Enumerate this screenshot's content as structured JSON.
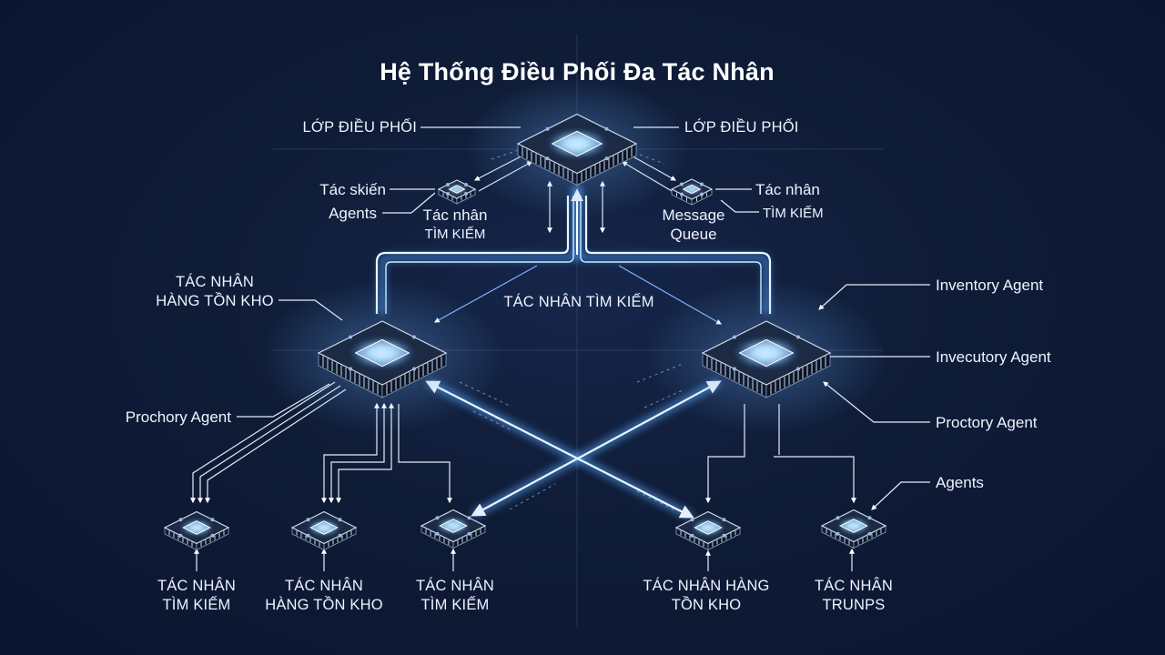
{
  "title": "Hệ Thống Điều Phối Đa Tác Nhân",
  "labels": {
    "orch_left": "LỚP ĐIỀU PHỐI",
    "orch_right": "LỚP ĐIỀU PHỐI",
    "tac_skien": "Tác skiến",
    "agents_left": "Agents",
    "small_left_1": "Tác nhân",
    "small_left_2": "TÌM KIẾM",
    "tac_nhan_right": "Tác nhân",
    "tim_kiem_right": "TÌM KIẾM",
    "mq_1": "Message",
    "mq_2": "Queue",
    "hub_left_1": "TÁC NHÂN",
    "hub_left_2": "HÀNG TỒN KHO",
    "center": "TÁC NHÂN TÌM KIẾM",
    "prochory": "Prochory Agent",
    "inventory": "Inventory Agent",
    "invecutory": "Invecutory Agent",
    "proctory": "Proctory Agent",
    "agents_right": "Agents"
  },
  "bottom_nodes": [
    {
      "line1": "TÁC NHÂN",
      "line2": "TÌM KIẾM"
    },
    {
      "line1": "TÁC NHÂN",
      "line2": "HÀNG TỒN KHO"
    },
    {
      "line1": "TÁC NHÂN",
      "line2": "TÌM KIẾM"
    },
    {
      "line1": "TÁC NHÂN HÀNG",
      "line2": "TỒN KHO"
    },
    {
      "line1": "TÁC NHÂN",
      "line2": "TRUNPS"
    }
  ],
  "colors": {
    "background": "#0f1c37",
    "chip_top": "#1c2a44",
    "chip_side": "#0e1728",
    "glow": "#8fd1ff",
    "line": "#dfe8f5"
  }
}
